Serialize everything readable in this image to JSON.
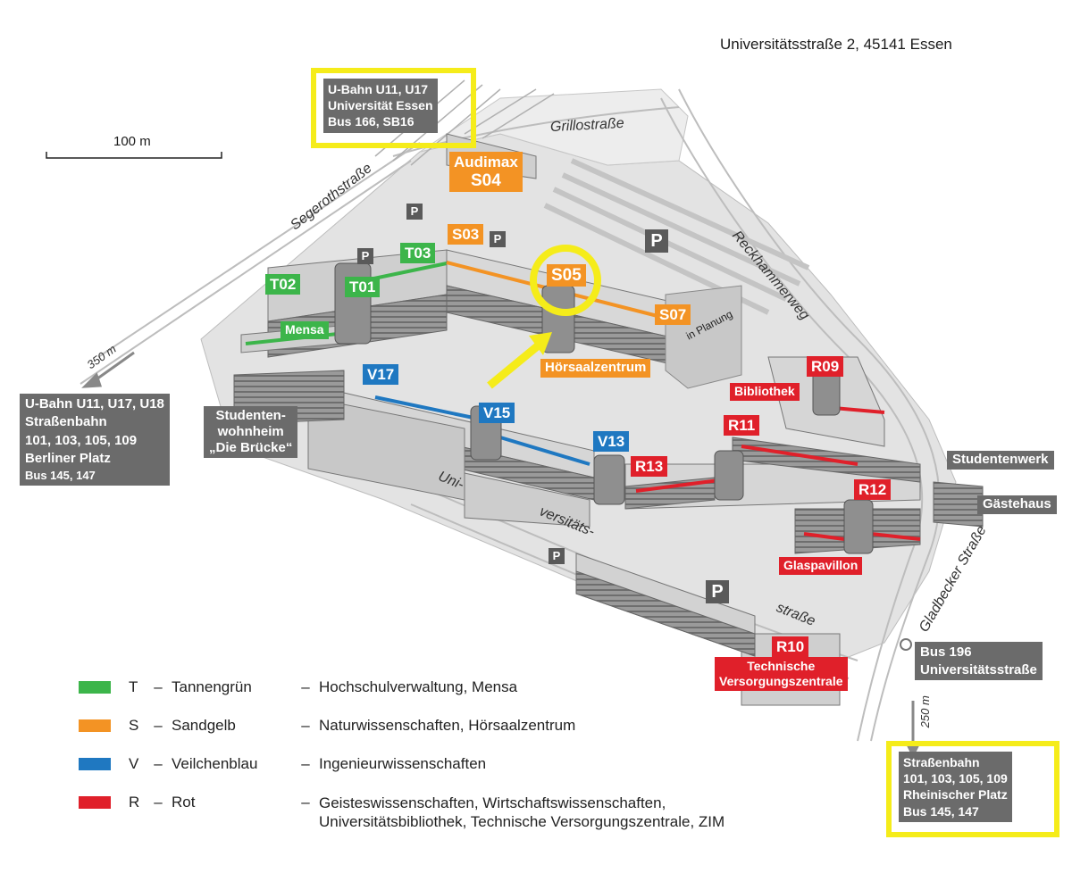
{
  "address": "Universitätsstraße 2, 45141 Essen",
  "scale_label": "100 m",
  "distance_labels": {
    "west": "350 m",
    "south": "250 m"
  },
  "streets": {
    "grillo": "Grillostraße",
    "segeroth": "Segerothstraße",
    "reckhammer": "Reckhammerweg",
    "gladbecker": "Gladbecker Straße",
    "uni_part1": "Uni-",
    "uni_part2": "versitäts-",
    "uni_part3": "straße"
  },
  "transit": {
    "top": {
      "line1": "U-Bahn U11, U17",
      "line2": "Universität Essen",
      "line3": "Bus 166, SB16"
    },
    "west": {
      "line1": "U-Bahn U11, U17, U18",
      "line2": "Straßenbahn",
      "line3": "101, 103, 105, 109",
      "line4": "Berliner Platz",
      "line5": "Bus 145, 147"
    },
    "southeast": {
      "line1": "Straßenbahn",
      "line2": "101, 103, 105, 109",
      "line3": "Rheinischer Platz",
      "line4": "Bus 145, 147"
    },
    "bus196": {
      "line1": "Bus 196",
      "line2": "Universitätsstraße"
    }
  },
  "buildings": {
    "T01": "T01",
    "T02": "T02",
    "T03": "T03",
    "S03": "S03",
    "S04": "S04",
    "S05": "S05",
    "S07": "S07",
    "V13": "V13",
    "V15": "V15",
    "V17": "V17",
    "R09": "R09",
    "R10": "R10",
    "R11": "R11",
    "R12": "R12",
    "R13": "R13"
  },
  "place_labels": {
    "audimax": "Audimax",
    "mensa": "Mensa",
    "hoersaalzentrum": "Hörsaalzentrum",
    "in_planung": "in Planung",
    "bibliothek": "Bibliothek",
    "studentenwerk": "Studentenwerk",
    "gaestehaus": "Gästehaus",
    "glaspavillon": "Glaspavillon",
    "studentenwohnheim_1": "Studenten-",
    "studentenwohnheim_2": "wohnheim",
    "studentenwohnheim_3": "„Die Brücke“",
    "technische_1": "Technische",
    "technische_2": "Versorgungszentrale"
  },
  "parking_symbol": "P",
  "legend": [
    {
      "letter": "T",
      "name": "Tannengrün",
      "desc": "Hochschulverwaltung, Mensa",
      "desc2": "",
      "color": "#3cb54a"
    },
    {
      "letter": "S",
      "name": "Sandgelb",
      "desc": "Naturwissenschaften, Hörsaalzentrum",
      "desc2": "",
      "color": "#f39324"
    },
    {
      "letter": "V",
      "name": "Veilchenblau",
      "desc": "Ingenieurwissenschaften",
      "desc2": "",
      "color": "#1f78c1"
    },
    {
      "letter": "R",
      "name": "Rot",
      "desc": "Geisteswissenschaften, Wirtschaftswissenschaften,",
      "desc2": "Universitätsbibliothek, Technische Versorgungszentrale, ZIM",
      "color": "#e0202a"
    }
  ],
  "legend_dash": "–",
  "colors": {
    "highlight": "#f5ec1a",
    "green": "#3cb54a",
    "orange": "#f39324",
    "blue": "#1f78c1",
    "red": "#e0202a",
    "label_gray": "#6b6b6b"
  }
}
